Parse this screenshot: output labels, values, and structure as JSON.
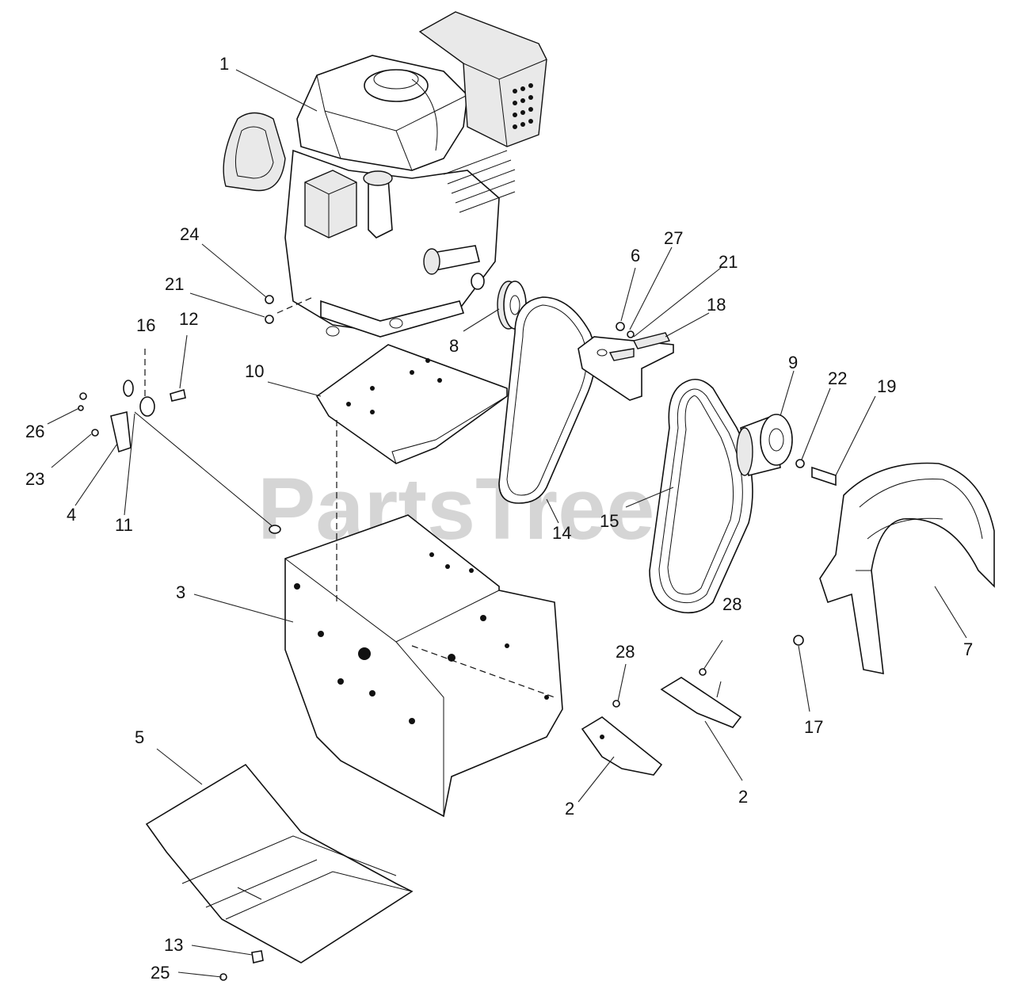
{
  "watermark": {
    "text": "PartsTree",
    "trademark": "™"
  },
  "callouts": [
    {
      "id": "1",
      "text": "1"
    },
    {
      "id": "24",
      "text": "24"
    },
    {
      "id": "21a",
      "text": "21"
    },
    {
      "id": "16",
      "text": "16"
    },
    {
      "id": "12",
      "text": "12"
    },
    {
      "id": "10",
      "text": "10"
    },
    {
      "id": "26",
      "text": "26"
    },
    {
      "id": "23",
      "text": "23"
    },
    {
      "id": "4",
      "text": "4"
    },
    {
      "id": "11",
      "text": "11"
    },
    {
      "id": "8",
      "text": "8"
    },
    {
      "id": "14",
      "text": "14"
    },
    {
      "id": "6",
      "text": "6"
    },
    {
      "id": "27",
      "text": "27"
    },
    {
      "id": "21b",
      "text": "21"
    },
    {
      "id": "18",
      "text": "18"
    },
    {
      "id": "9",
      "text": "9"
    },
    {
      "id": "22",
      "text": "22"
    },
    {
      "id": "19",
      "text": "19"
    },
    {
      "id": "15",
      "text": "15"
    },
    {
      "id": "3",
      "text": "3"
    },
    {
      "id": "7",
      "text": "7"
    },
    {
      "id": "28a",
      "text": "28"
    },
    {
      "id": "28b",
      "text": "28"
    },
    {
      "id": "17",
      "text": "17"
    },
    {
      "id": "5",
      "text": "5"
    },
    {
      "id": "2a",
      "text": "2"
    },
    {
      "id": "2b",
      "text": "2"
    },
    {
      "id": "13",
      "text": "13"
    },
    {
      "id": "25",
      "text": "25"
    }
  ]
}
